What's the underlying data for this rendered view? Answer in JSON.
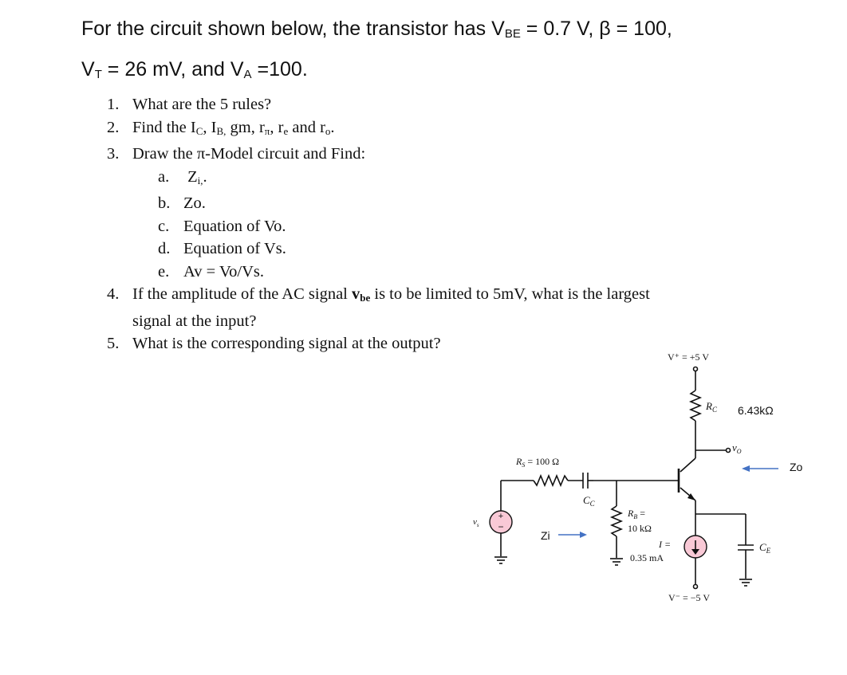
{
  "heading": {
    "line1_prefix": "For the circuit shown below, the transistor has V",
    "line1_sub": "BE",
    "line1_suffix": " = 0.7 V,   β = 100,",
    "line2_a": "V",
    "line2_a_sub": "T",
    "line2_b": " = 26 mV, and V",
    "line2_b_sub": "A",
    "line2_c": " =100."
  },
  "questions": {
    "q1": {
      "num": "1.",
      "text": "What are the 5 rules?"
    },
    "q2": {
      "num": "2.",
      "p1": "Find the I",
      "s1": "C",
      "p2": ", I",
      "s2": "B,",
      "p3": " gm, r",
      "s3": "π",
      "p4": ", r",
      "s4": "e",
      "p5": " and r",
      "s5": "o",
      "p6": "."
    },
    "q3": {
      "num": "3.",
      "text": "Draw the π-Model circuit and Find:"
    },
    "q3a": {
      "num": "a.",
      "p1": "Z",
      "s1": "i,",
      "p2": "."
    },
    "q3b": {
      "num": "b.",
      "text": "Zo."
    },
    "q3c": {
      "num": "c.",
      "text": "Equation of Vo."
    },
    "q3d": {
      "num": "d.",
      "text": "Equation of Vs."
    },
    "q3e": {
      "num": "e.",
      "text": "Av = Vo/Vs."
    },
    "q4": {
      "num": "4.",
      "p1": "If the amplitude of the AC signal ",
      "bold": "v",
      "bold_sub": "be",
      "p2": " is to be limited to 5mV, what is the largest",
      "line2": "signal at the input?"
    },
    "q5": {
      "num": "5.",
      "text": "What is the corresponding signal at the output?"
    }
  },
  "circuit": {
    "vplus": "V⁺ = +5 V",
    "rc": "R",
    "rc_sub": "C",
    "rc_value": "6.43kΩ",
    "vo": "v",
    "vo_sub": "O",
    "zo": "Zo",
    "rs": "R",
    "rs_sub": "S",
    "rs_value": " = 100 Ω",
    "cc": "C",
    "cc_sub": "C",
    "vs": "v",
    "vs_sub": "s",
    "rb": "R",
    "rb_sub": "B",
    "rb_eq": " =",
    "rb_value": "10 kΩ",
    "i_label": "I =",
    "i_value": "0.35 mA",
    "zi": "Zi",
    "ce": "C",
    "ce_sub": "E",
    "vminus": "V⁻ = −5 V",
    "colors": {
      "source_fill": "#f9c9d6",
      "arrow": "#4472c4",
      "wire": "#111111"
    }
  }
}
